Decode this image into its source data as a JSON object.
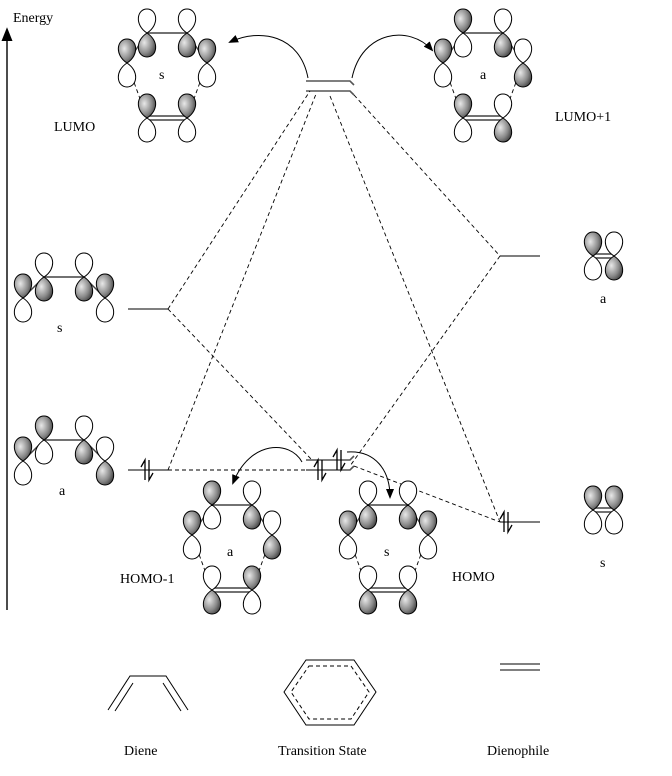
{
  "axis": {
    "label": "Energy"
  },
  "orbital_labels": {
    "lumo": "LUMO",
    "lumo_plus_1": "LUMO+1",
    "homo_minus_1": "HOMO-1",
    "homo": "HOMO"
  },
  "symmetry": {
    "ts_lumo": "s",
    "ts_lumo_plus_1": "a",
    "ts_homo_minus_1": "a",
    "ts_homo": "s",
    "diene_lumo": "s",
    "diene_homo": "a",
    "dienophile_lumo": "a",
    "dienophile_homo": "s"
  },
  "structures": {
    "diene": "Diene",
    "transition_state": "Transition State",
    "dienophile": "Dienophile"
  }
}
